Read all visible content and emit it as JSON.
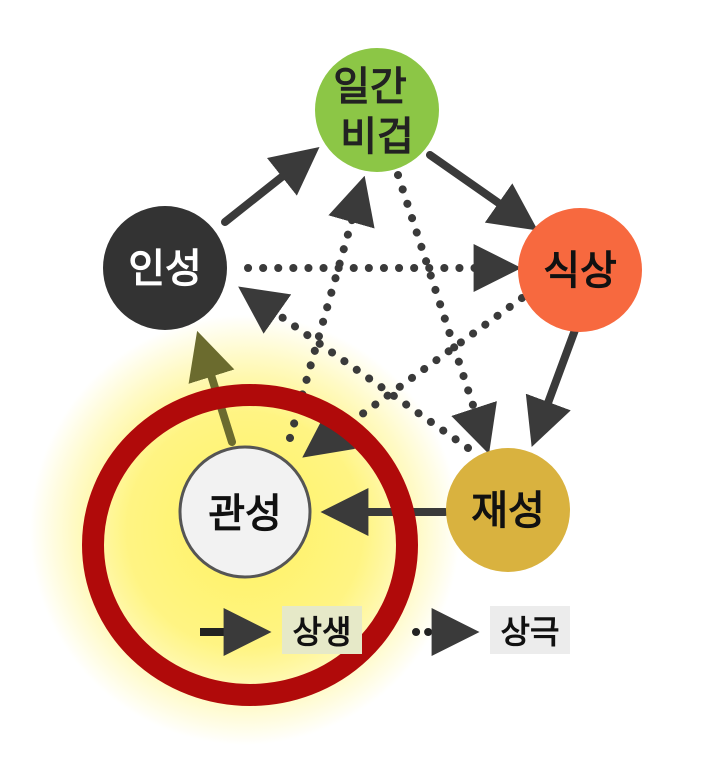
{
  "nodes": {
    "ilgan": {
      "lines": [
        "일간",
        "비겁"
      ],
      "color": "#8cc646",
      "text_color": "#222222"
    },
    "siksang": {
      "lines": [
        "식상"
      ],
      "color": "#f7693f",
      "text_color": "#111111"
    },
    "jaeseong": {
      "lines": [
        "재성"
      ],
      "color": "#d9b23f",
      "text_color": "#111111"
    },
    "gwanseong": {
      "lines": [
        "관성"
      ],
      "color": "#f2f2f2",
      "text_color": "#111111"
    },
    "inseong": {
      "lines": [
        "인성"
      ],
      "color": "#333333",
      "text_color": "#ffffff"
    }
  },
  "legend": {
    "generating_label": "상생",
    "controlling_label": "상극"
  },
  "highlight": {
    "glow_color": "#fff15a",
    "ring_color": "#b00a0a"
  },
  "colors": {
    "arrow": "#3a3a3a",
    "arrow_highlight": "#7a7a35"
  }
}
